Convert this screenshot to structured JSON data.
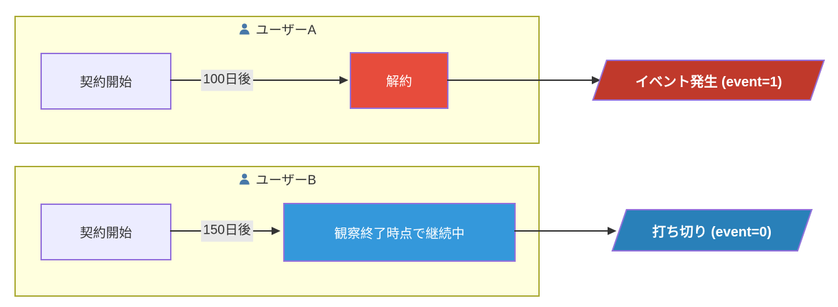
{
  "diagram_type": "flowchart",
  "flows": [
    {
      "user": "ユーザーA",
      "start": "契約開始",
      "duration": "100日後",
      "state": "解約",
      "result": "イベント発生 (event=1)"
    },
    {
      "user": "ユーザーB",
      "start": "契約開始",
      "duration": "150日後",
      "state": "観察終了時点で継続中",
      "result": "打ち切り (event=0)"
    }
  ],
  "icons": {
    "group_title_icon": "person-icon"
  },
  "colors": {
    "canvas_bg": "#ffffff",
    "group_fill": "#ffffde",
    "group_border": "#aaaa33",
    "node_border": "#9370db",
    "start_node_fill": "#ececff",
    "event_node_fill": "#e74c3c",
    "event_result_fill": "#c0392b",
    "censored_node_fill": "#3498db",
    "censored_result_fill": "#2980b9",
    "edge_stroke": "#333333",
    "edge_label_bg": "#e8e8e8",
    "dark_text": "#333333",
    "light_text": "#ffffff",
    "person_icon": "#4878a8"
  }
}
